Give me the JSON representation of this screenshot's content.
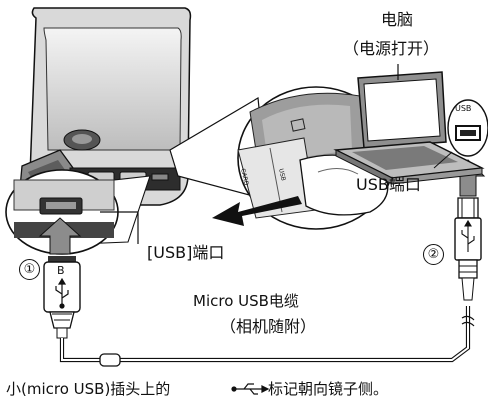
{
  "labels": {
    "computer": "电脑",
    "power_on": "（电源打开）",
    "usb_port": "USB端口",
    "usb_bracket_port": "[USB]端口",
    "cable_name": "Micro USB电缆",
    "cable_note": "（相机随附）",
    "footnote_prefix": "小(micro USB)插头上的",
    "footnote_suffix": " 标记朝向镜子侧。",
    "step_1": "①",
    "step_2": "②",
    "plug_letter": "B",
    "laptop_usb": "USB",
    "cover_card": "CARD",
    "cover_usb": "USB"
  },
  "icons": [
    "usb-trident-icon",
    "usb-arrow-icon",
    "push-arrow-icon"
  ]
}
